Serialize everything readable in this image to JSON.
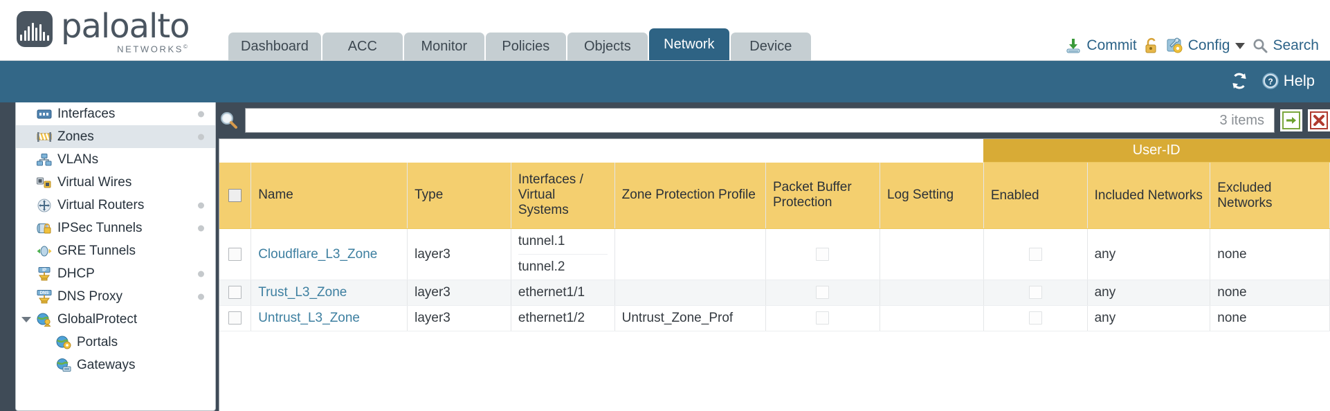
{
  "brand": {
    "name": "paloalto",
    "tagline": "NETWORKS",
    "registered": "©"
  },
  "nav": {
    "tabs": [
      {
        "label": "Dashboard",
        "active": false
      },
      {
        "label": "ACC",
        "active": false
      },
      {
        "label": "Monitor",
        "active": false
      },
      {
        "label": "Policies",
        "active": false
      },
      {
        "label": "Objects",
        "active": false
      },
      {
        "label": "Network",
        "active": true
      },
      {
        "label": "Device",
        "active": false
      }
    ]
  },
  "top_actions": {
    "commit": "Commit",
    "config": "Config",
    "search": "Search"
  },
  "sub_bar": {
    "help": "Help"
  },
  "sidebar": {
    "items": [
      {
        "label": "Interfaces",
        "icon": "interfaces-icon",
        "selected": false,
        "dot": true,
        "child": false,
        "expander": false
      },
      {
        "label": "Zones",
        "icon": "zones-icon",
        "selected": true,
        "dot": true,
        "child": false,
        "expander": false
      },
      {
        "label": "VLANs",
        "icon": "vlans-icon",
        "selected": false,
        "dot": false,
        "child": false,
        "expander": false
      },
      {
        "label": "Virtual Wires",
        "icon": "virtual-wires-icon",
        "selected": false,
        "dot": false,
        "child": false,
        "expander": false
      },
      {
        "label": "Virtual Routers",
        "icon": "virtual-routers-icon",
        "selected": false,
        "dot": true,
        "child": false,
        "expander": false
      },
      {
        "label": "IPSec Tunnels",
        "icon": "ipsec-tunnels-icon",
        "selected": false,
        "dot": true,
        "child": false,
        "expander": false
      },
      {
        "label": "GRE Tunnels",
        "icon": "gre-tunnels-icon",
        "selected": false,
        "dot": false,
        "child": false,
        "expander": false
      },
      {
        "label": "DHCP",
        "icon": "dhcp-icon",
        "selected": false,
        "dot": true,
        "child": false,
        "expander": false
      },
      {
        "label": "DNS Proxy",
        "icon": "dns-proxy-icon",
        "selected": false,
        "dot": true,
        "child": false,
        "expander": false
      },
      {
        "label": "GlobalProtect",
        "icon": "globalprotect-icon",
        "selected": false,
        "dot": false,
        "child": false,
        "expander": true
      },
      {
        "label": "Portals",
        "icon": "portals-icon",
        "selected": false,
        "dot": false,
        "child": true,
        "expander": false
      },
      {
        "label": "Gateways",
        "icon": "gateways-icon",
        "selected": false,
        "dot": false,
        "child": true,
        "expander": false
      }
    ]
  },
  "search": {
    "value": "",
    "placeholder": "",
    "item_count": "3 items"
  },
  "table": {
    "group_header": "User-ID",
    "columns": [
      "Name",
      "Type",
      "Interfaces / Virtual Systems",
      "Zone Protection Profile",
      "Packet Buffer Protection",
      "Log Setting",
      "Enabled",
      "Included Networks",
      "Excluded Networks"
    ],
    "rows": [
      {
        "name": "Cloudflare_L3_Zone",
        "type": "layer3",
        "interfaces": [
          "tunnel.1",
          "tunnel.2"
        ],
        "zone_protection_profile": "",
        "packet_buffer_protection": false,
        "log_setting": "",
        "userid_enabled": false,
        "included_networks": "any",
        "excluded_networks": "none"
      },
      {
        "name": "Trust_L3_Zone",
        "type": "layer3",
        "interfaces": [
          "ethernet1/1"
        ],
        "zone_protection_profile": "",
        "packet_buffer_protection": false,
        "log_setting": "",
        "userid_enabled": false,
        "included_networks": "any",
        "excluded_networks": "none"
      },
      {
        "name": "Untrust_L3_Zone",
        "type": "layer3",
        "interfaces": [
          "ethernet1/2"
        ],
        "zone_protection_profile": "Untrust_Zone_Prof",
        "packet_buffer_protection": false,
        "log_setting": "",
        "userid_enabled": false,
        "included_networks": "any",
        "excluded_networks": "none"
      }
    ]
  },
  "colors": {
    "brand_dark": "#4a5560",
    "tab_active": "#2e6384",
    "tab_inactive": "#c5ced2",
    "sub_bar": "#336787",
    "page_bg": "#3f4b57",
    "header_yellow": "#f4cf6f",
    "group_header_gold": "#d8ab36",
    "link": "#3d7fa0"
  }
}
